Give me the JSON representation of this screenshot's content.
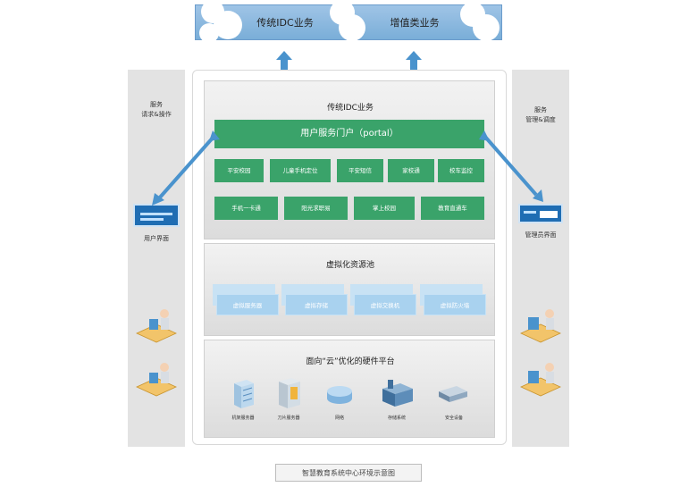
{
  "banner": {
    "left": "传统IDC业务",
    "right": "增值类业务"
  },
  "left_panel": {
    "title": "服务\n请求&操作",
    "ui_label": "用户界面"
  },
  "right_panel": {
    "title": "服务\n管理&调度",
    "ui_label": "管理员界面"
  },
  "layer1": {
    "title": "传统IDC业务",
    "portal": "用户服务门户（portal）",
    "row1": [
      "平安校园",
      "儿童手机定位",
      "平安短信",
      "家校通",
      "校车监控"
    ],
    "row2": [
      "手机一卡通",
      "阳光求职易",
      "掌上校园",
      "教育直通车"
    ]
  },
  "layer2": {
    "title": "虚拟化资源池",
    "items": [
      "虚拟服务器",
      "虚拟存储",
      "虚拟交换机",
      "虚拟防火墙"
    ]
  },
  "layer3": {
    "title": "面向“云”优化的硬件平台",
    "items": [
      {
        "label": "机架服务器",
        "icon": "rack-server-icon"
      },
      {
        "label": "刀片服务器",
        "icon": "blade-server-icon"
      },
      {
        "label": "网络",
        "icon": "network-icon"
      },
      {
        "label": "存储系统",
        "icon": "storage-icon"
      },
      {
        "label": "安全设备",
        "icon": "security-device-icon"
      }
    ]
  },
  "caption": "智慧教育系统中心环境示意图",
  "colors": {
    "green": "#3aa36a",
    "light_blue": "#a9d2ef",
    "banner_blue": "#8db9e0",
    "arrow_blue": "#4a93cd"
  }
}
